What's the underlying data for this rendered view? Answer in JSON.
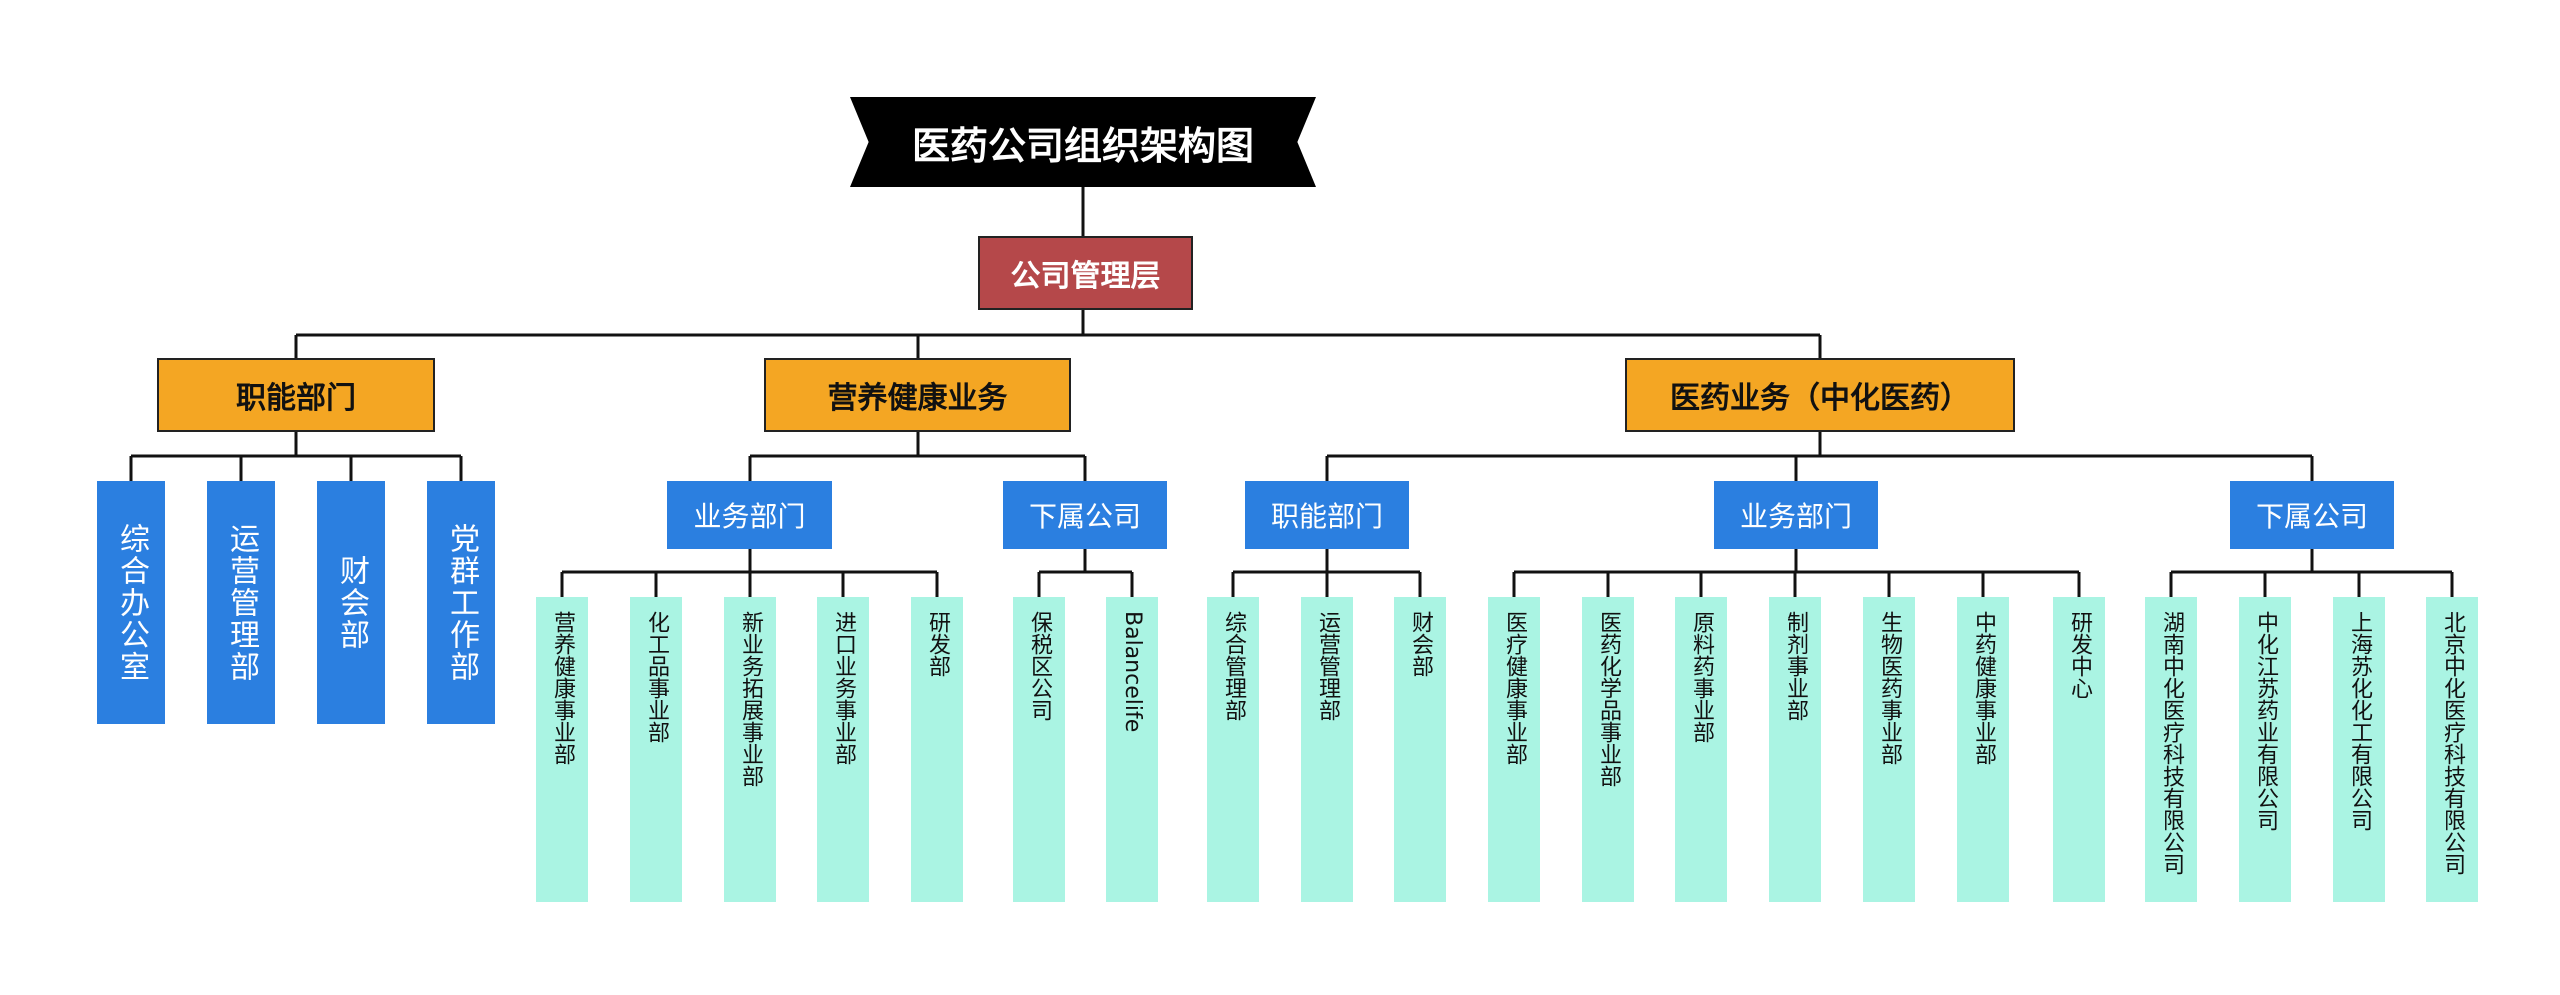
{
  "title": "医药公司组织架构图",
  "root": "公司管理层",
  "branches": {
    "functional": {
      "label": "职能部门",
      "children": [
        "综合办公室",
        "运营管理部",
        "财会部",
        "党群工作部"
      ]
    },
    "nutrition": {
      "label": "营养健康业务",
      "business": {
        "label": "业务部门",
        "children": [
          "营养健康事业部",
          "化工品事业部",
          "新业务拓展事业部",
          "进口业务事业部",
          "研发部"
        ]
      },
      "subsidiary": {
        "label": "下属公司",
        "children": [
          "保税区公司",
          "Balancelife"
        ]
      }
    },
    "pharma": {
      "label": "医药业务（中化医药）",
      "functional": {
        "label": "职能部门",
        "children": [
          "综合管理部",
          "运营管理部",
          "财会部"
        ]
      },
      "business": {
        "label": "业务部门",
        "children": [
          "医疗健康事业部",
          "医药化学品事业部",
          "原料药事业部",
          "制剂事业部",
          "生物医药事业部",
          "中药健康事业部",
          "研发中心"
        ]
      },
      "subsidiary": {
        "label": "下属公司",
        "children": [
          "湖南中化医疗科技有限公司",
          "中化江苏药业有限公司",
          "上海苏化化工有限公司",
          "北京中化医疗科技有限公司"
        ]
      }
    }
  },
  "colors": {
    "title_bg": "#000000",
    "root_bg": "#b5484a",
    "level1_bg": "#f4a623",
    "level2_bg": "#2b7fe0",
    "leaf_bg": "#aaf4e3",
    "line": "#111111"
  }
}
